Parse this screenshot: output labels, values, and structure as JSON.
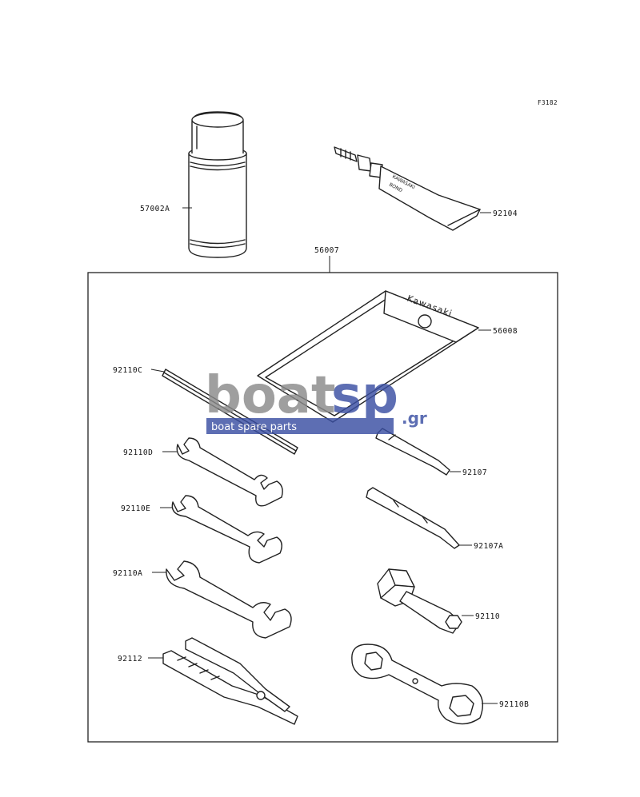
{
  "figure_code": "F3182",
  "kit_number": "56007",
  "parts": {
    "spray_can": "57002A",
    "bond_tube": "92104",
    "tool_bag": "56008",
    "hex_wrench": "92110C",
    "wrench_d": "92110D",
    "wrench_e": "92110E",
    "wrench_a": "92110A",
    "pliers": "92112",
    "screwdriver": "92107",
    "screwdriver_a": "92107A",
    "socket_wrench": "92110",
    "box_wrench": "92110B"
  },
  "printed_text": {
    "bag_brand": "Kawasaki",
    "tube_brand": "KAWASAKI",
    "tube_product": "BOND"
  },
  "watermark": {
    "word_gray": "boat",
    "word_blue": "sp",
    "suffix": ".gr",
    "tagline": "boat spare parts",
    "gray_color": "#8a8a8a",
    "blue_color": "#3a4fa3"
  }
}
